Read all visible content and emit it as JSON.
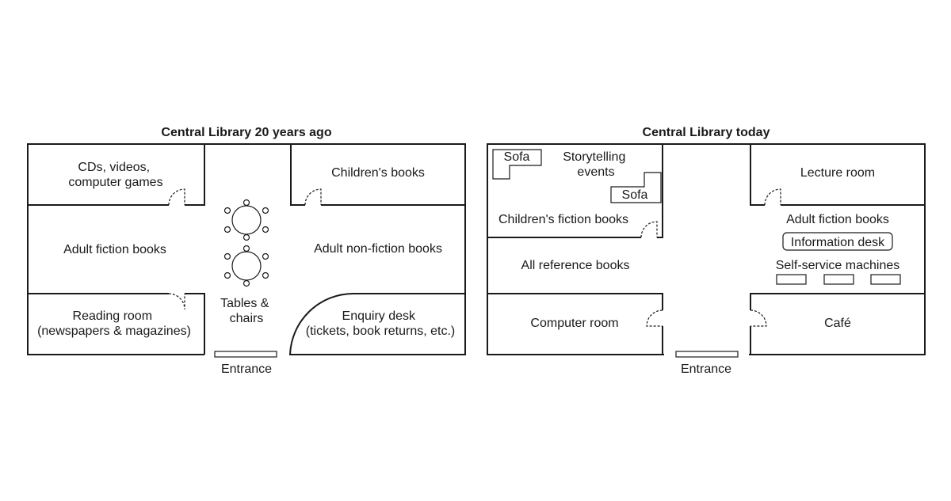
{
  "old_plan": {
    "title": "Central Library 20 years ago",
    "rooms": {
      "cds": [
        "CDs, videos,",
        "computer games"
      ],
      "childrens_books": "Children's books",
      "adult_fiction": "Adult fiction books",
      "adult_nonfiction": "Adult non-fiction books",
      "tables": [
        "Tables &",
        "chairs"
      ],
      "reading_room": [
        "Reading room",
        "(newspapers & magazines)"
      ],
      "enquiry": [
        "Enquiry desk",
        "(tickets, book returns, etc.)"
      ]
    },
    "entrance": "Entrance"
  },
  "new_plan": {
    "title": "Central Library today",
    "rooms": {
      "sofa": "Sofa",
      "storytelling": [
        "Storytelling",
        "events"
      ],
      "childrens_fiction": "Children's fiction books",
      "reference": "All reference books",
      "lecture": "Lecture room",
      "adult_fiction": "Adult fiction books",
      "info_desk": "Information desk",
      "self_service": "Self-service machines",
      "computer_room": "Computer room",
      "cafe": "Café"
    },
    "entrance": "Entrance"
  }
}
